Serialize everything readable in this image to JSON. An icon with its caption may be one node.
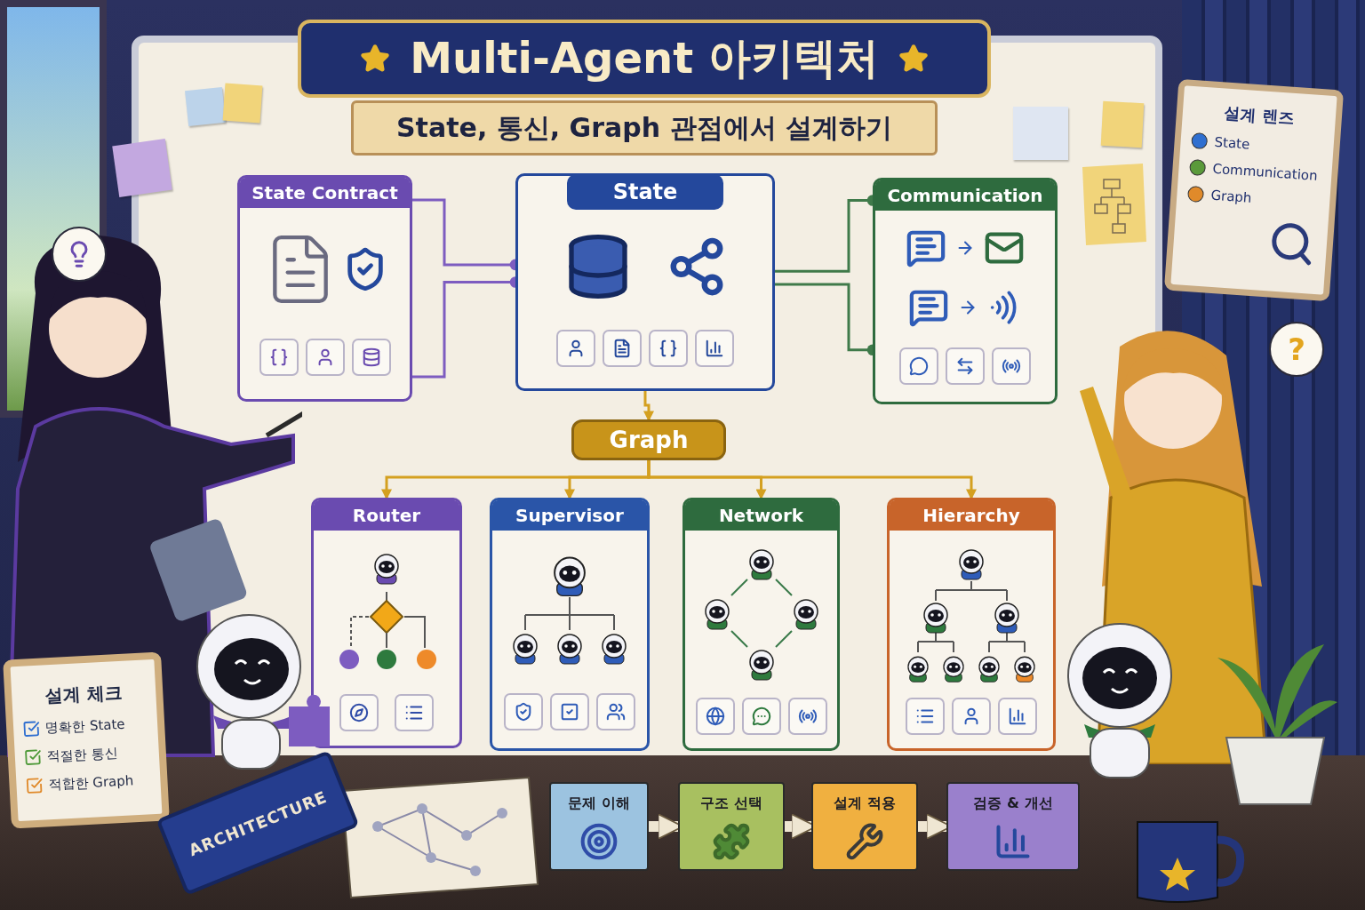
{
  "diagram": {
    "title": "Multi-Agent 아키텍처",
    "nodes": [
      {
        "text": [
          "State Contract"
        ]
      },
      {
        "text": [
          "State"
        ]
      },
      {
        "text": [
          "Communication"
        ]
      },
      {
        "text": [
          "Graph"
        ]
      },
      {
        "text": [
          "Router"
        ]
      },
      {
        "text": [
          "Supervisor"
        ]
      },
      {
        "text": [
          "Network"
        ]
      },
      {
        "text": [
          "Hierarchy"
        ]
      },
      {
        "text": [
          "문제 이해"
        ]
      },
      {
        "text": [
          "구조 선택"
        ]
      },
      {
        "text": [
          "설계 적용"
        ]
      },
      {
        "text": [
          "검증 & 개선"
        ]
      }
    ],
    "edges": [
      {
        "from": 0,
        "to": 1,
        "arrow": "other",
        "color": "#7d5cc0"
      },
      {
        "from": 0,
        "to": 1,
        "arrow": "other",
        "color": "#7d5cc0"
      },
      {
        "from": 1,
        "to": 2,
        "arrow": "other",
        "color": "#3f7a4a"
      },
      {
        "from": 1,
        "to": 2,
        "arrow": "other",
        "color": "#3f7a4a"
      },
      {
        "from": 1,
        "to": 3,
        "arrow": "to"
      },
      {
        "from": 3,
        "to": 4,
        "arrow": "to"
      },
      {
        "from": 3,
        "to": 5,
        "arrow": "to"
      },
      {
        "from": 3,
        "to": 6,
        "arrow": "to"
      },
      {
        "from": 3,
        "to": 7,
        "arrow": "to"
      },
      {
        "from": 8,
        "to": 9,
        "arrow": "to",
        "style": "thick",
        "color": "#efe6d2"
      },
      {
        "from": 9,
        "to": 10,
        "arrow": "to",
        "style": "thick",
        "color": "#efe6d2"
      },
      {
        "from": 10,
        "to": 11,
        "arrow": "to",
        "style": "thick",
        "color": "#efe6d2"
      }
    ],
    "labels": [
      "State, 통신, Graph 관점에서 설계하기",
      "설계 체크",
      "명확한 State",
      "적절한 통신",
      "적합한 Graph",
      "ARCHITECTURE",
      "설계 렌즈",
      "?"
    ],
    "legend": [
      {
        "text": "State",
        "color": "#2f6fd0"
      },
      {
        "text": "Communication",
        "color": "#5a9a3a"
      },
      {
        "text": "Graph",
        "color": "#e08a2a"
      }
    ]
  }
}
